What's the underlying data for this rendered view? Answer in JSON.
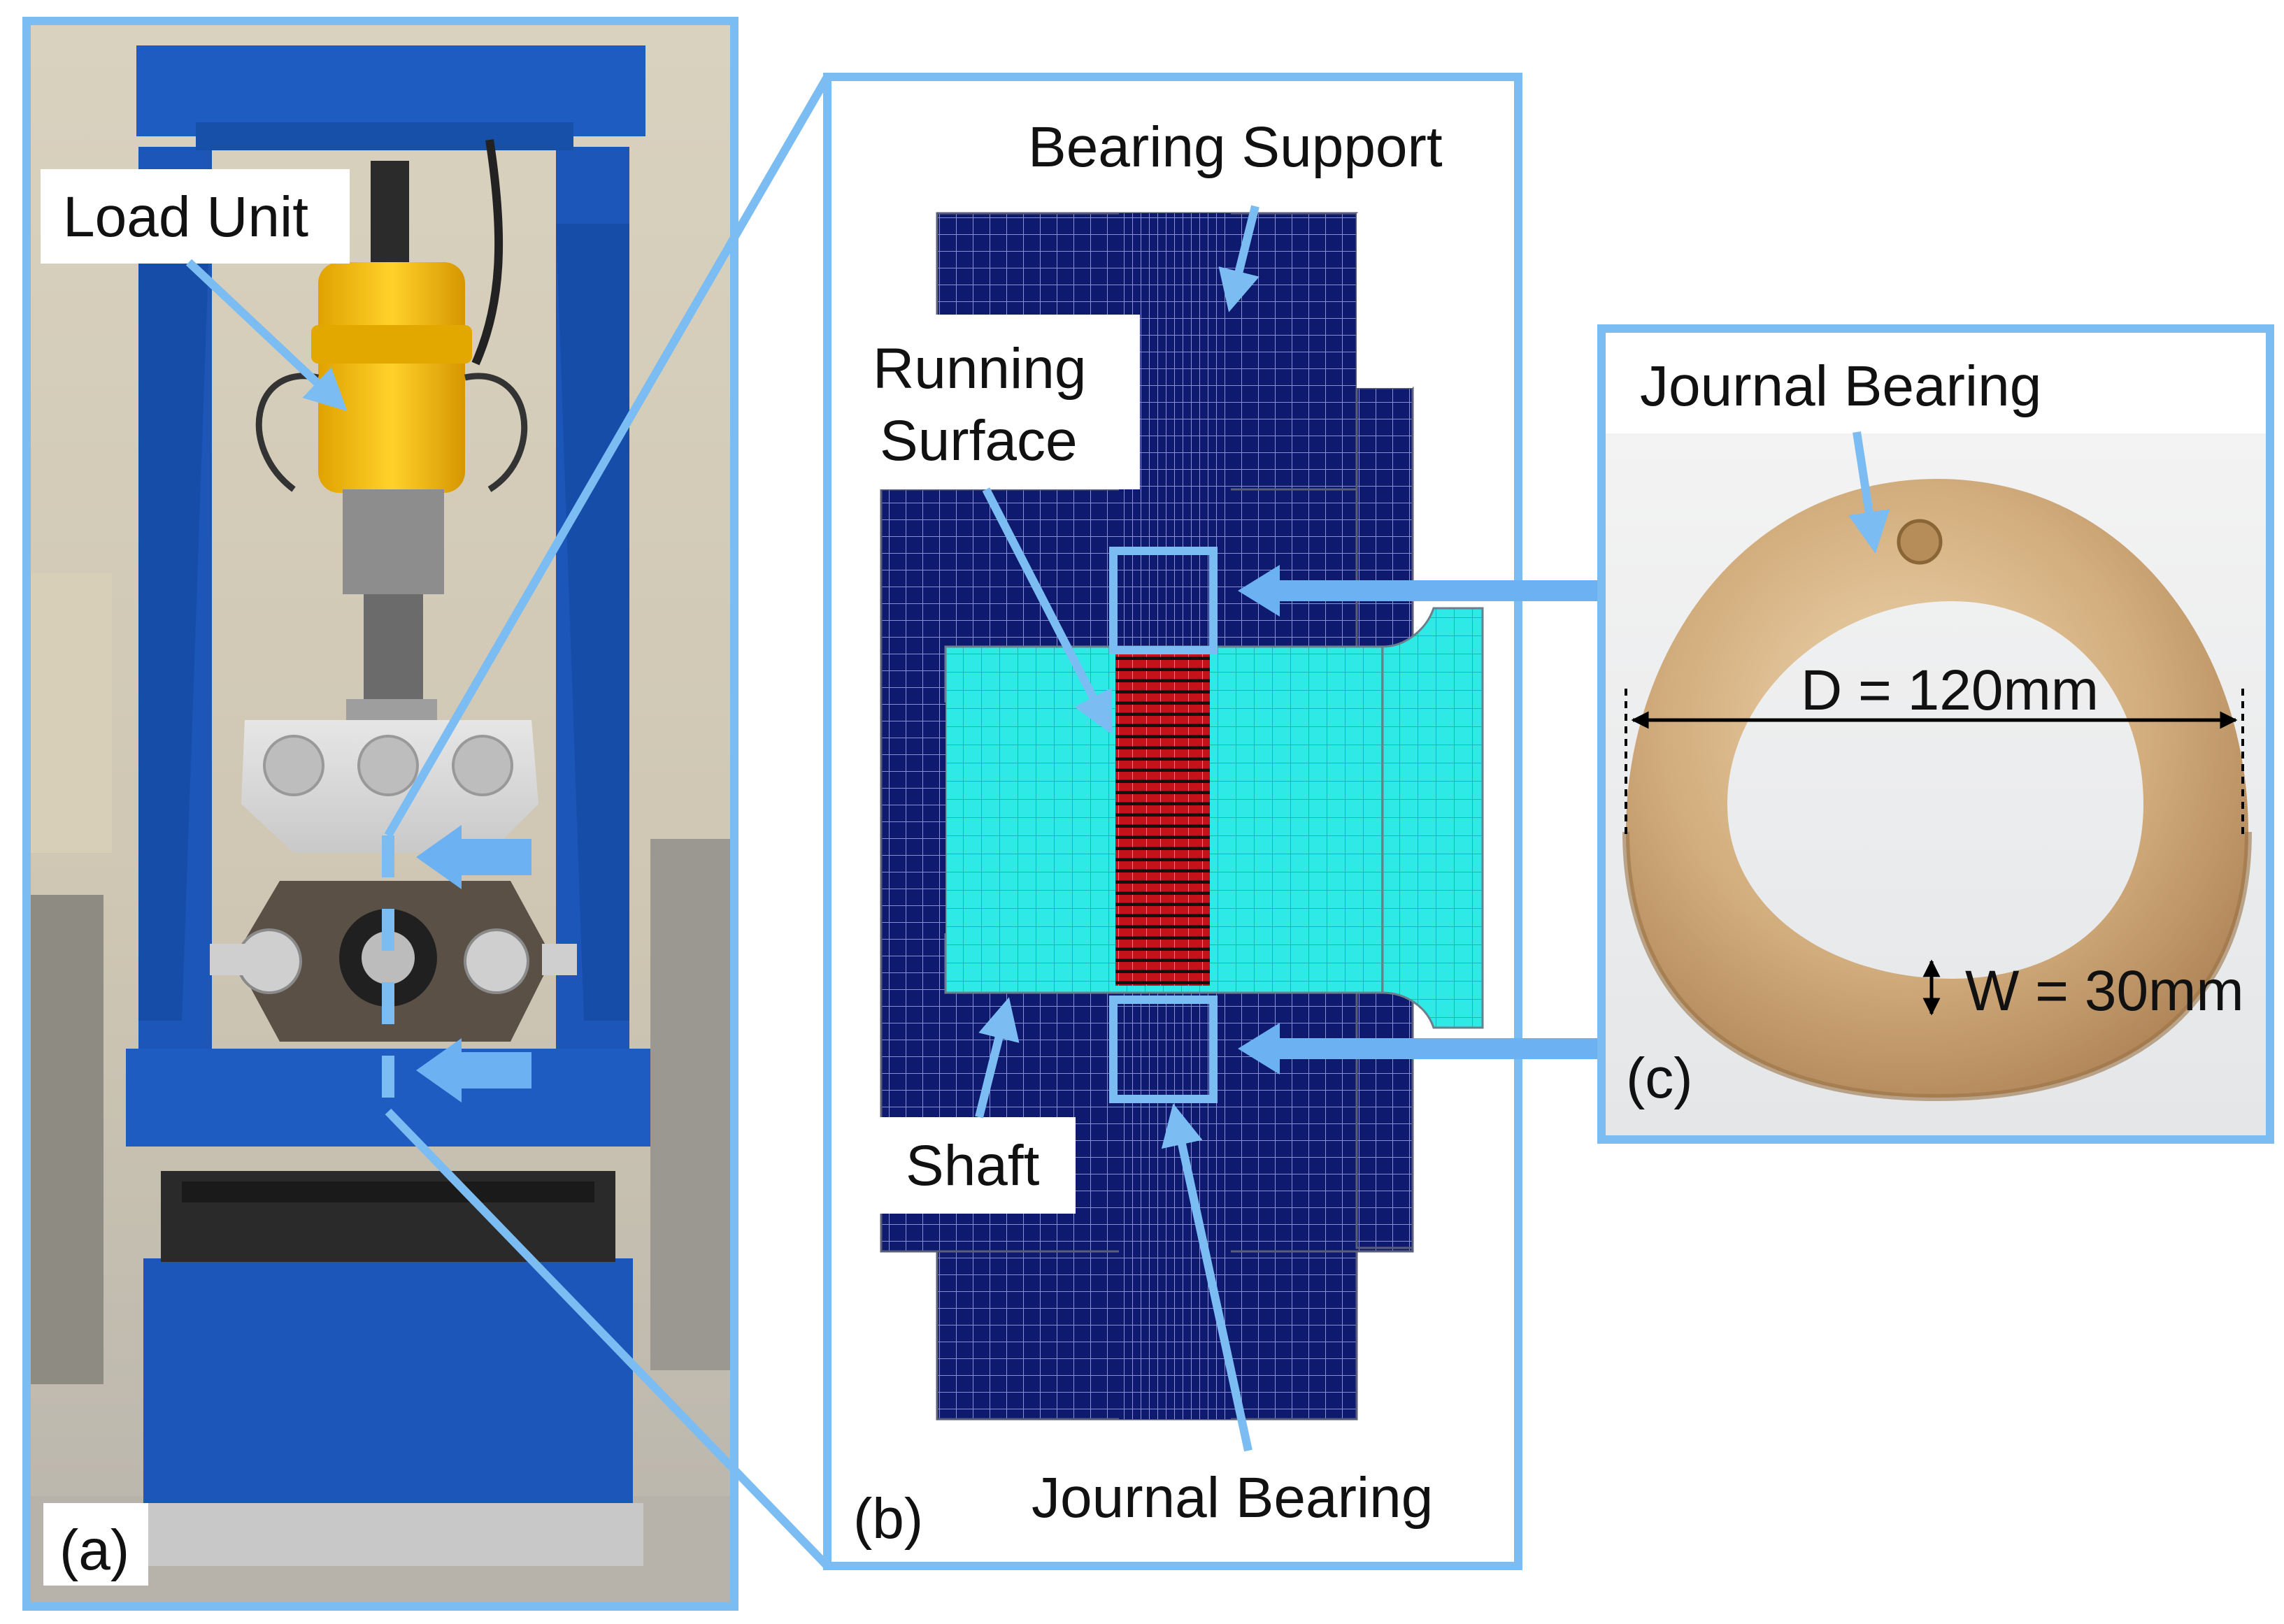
{
  "colors": {
    "frame": "#7bbcf3",
    "arrow": "#6cb2f2",
    "mesh_dark": "#0d1a6e",
    "mesh_light": "#2fe9e6",
    "mesh_red": "#c2121a",
    "rig_blue": "#1b56b8",
    "bronze": "#caa172"
  },
  "panel_a": {
    "label": "(a)",
    "callouts": {
      "load_unit": "Load Unit"
    }
  },
  "panel_b": {
    "label": "(b)",
    "callouts": {
      "bearing_support": "Bearing Support",
      "running_surface_line1": "Running",
      "running_surface_line2": "Surface",
      "shaft": "Shaft",
      "journal_bearing": "Journal Bearing"
    }
  },
  "panel_c": {
    "label": "(c)",
    "callouts": {
      "journal_bearing": "Journal Bearing",
      "diameter": "D = 120mm",
      "width": "W = 30mm"
    }
  }
}
